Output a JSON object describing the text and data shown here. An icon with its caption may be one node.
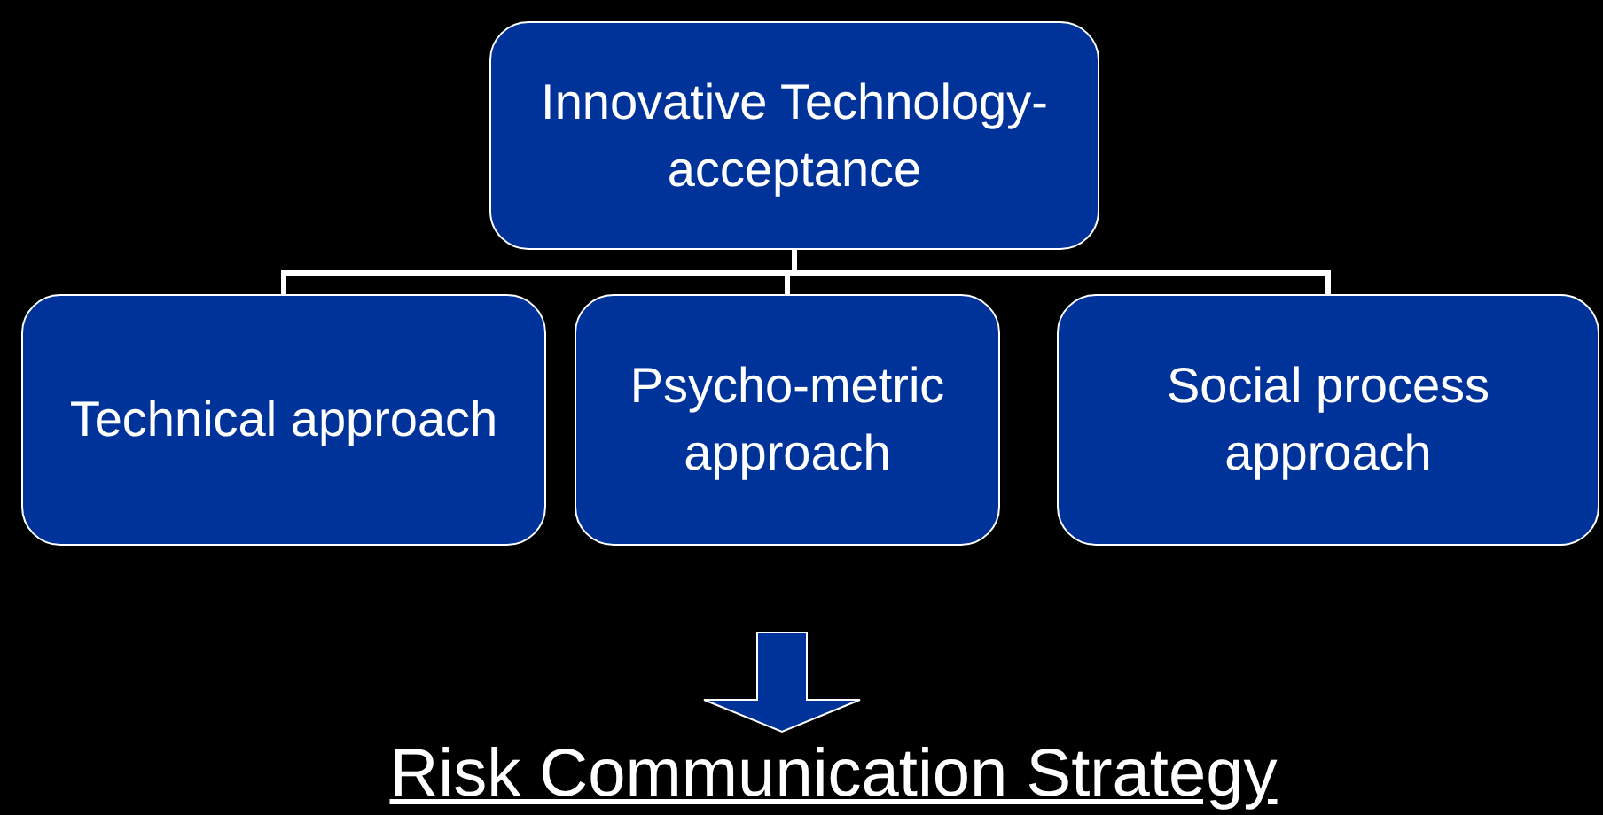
{
  "diagram": {
    "nodes": [
      {
        "text": [
          "Innovative Technology-acceptance"
        ]
      },
      {
        "text": [
          "Technical approach"
        ]
      },
      {
        "text": [
          "Psycho-metric approach"
        ]
      },
      {
        "text": [
          "Social process approach"
        ]
      },
      {
        "text": [
          "Risk Communication Strategy"
        ]
      }
    ],
    "edges": [
      {
        "from": 0,
        "to": 1,
        "arrow": "none"
      },
      {
        "from": 0,
        "to": 2,
        "arrow": "none"
      },
      {
        "from": 0,
        "to": 3,
        "arrow": "none"
      },
      {
        "from": null,
        "to": 4,
        "arrow": "to",
        "style": "thick"
      }
    ]
  }
}
